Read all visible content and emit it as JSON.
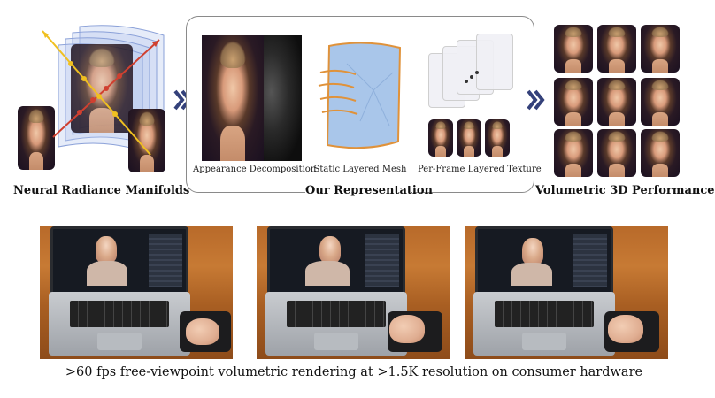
{
  "top": {
    "left_label": "Neural Radiance Manifolds",
    "center_label": "Our Representation",
    "right_label": "Volumetric 3D Performance",
    "captions": {
      "appearance": "Appearance Decomposition",
      "mesh": "Static Layered Mesh",
      "texture": "Per-Frame Layered Texture"
    }
  },
  "bottom": {
    "caption": ">60 fps free-viewpoint volumetric rendering at >1.5K resolution on consumer hardware"
  },
  "colors": {
    "chevron": "#34417a",
    "mesh_fill": "#a9c6ea",
    "mesh_edge": "#e0923a",
    "ray_red": "#d04030",
    "ray_yellow": "#f0c020"
  }
}
